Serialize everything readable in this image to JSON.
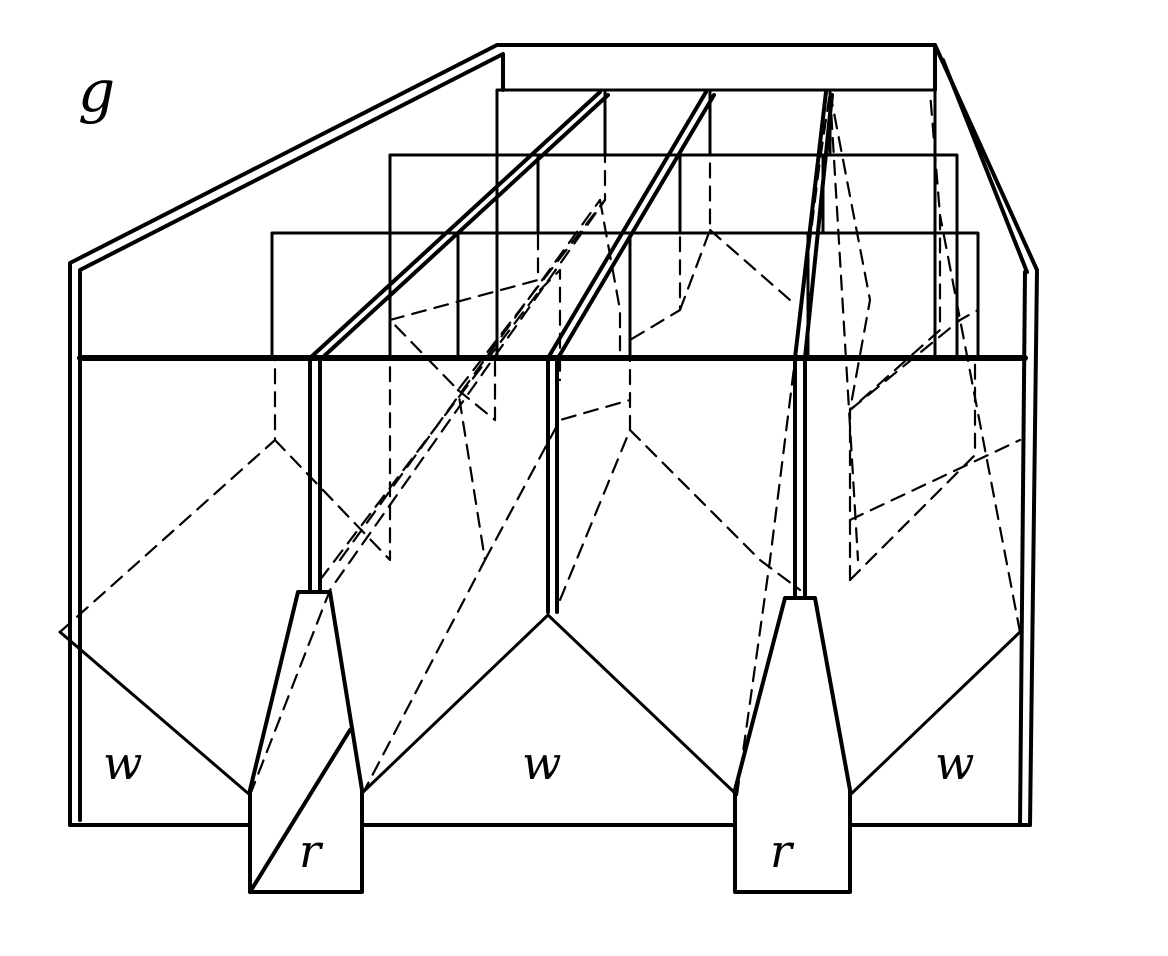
{
  "figure_label": "g",
  "labels": {
    "w_left": "w",
    "w_center": "w",
    "w_right": "w",
    "r_left": "r",
    "r_right": "r"
  },
  "colors": {
    "ink": "#000000",
    "paper": "#ffffff"
  }
}
